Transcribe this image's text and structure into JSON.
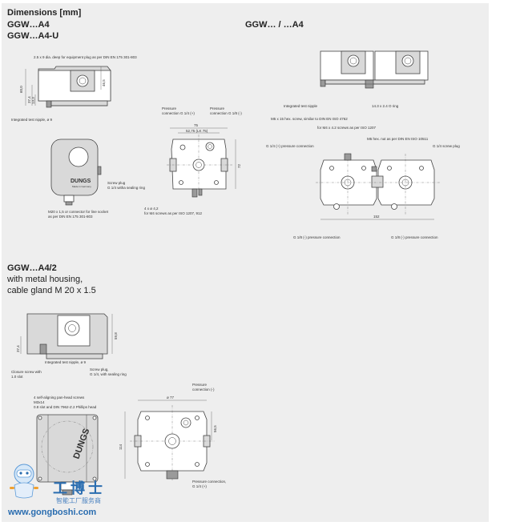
{
  "headings": {
    "dimensions": "Dimensions [mm]",
    "ggw_a4": "GGW…A4",
    "ggw_a4u": "GGW…A4-U",
    "ggw_a4_pair": "GGW… / …A4",
    "ggw_a4_2": "GGW…A4/2",
    "metal_housing": "with metal housing,",
    "cable_gland": "cable gland M 20 x 1.5"
  },
  "labels": {
    "plug_hole": "2.5 x 9 dia. deep for equipment plug as per DIN EN 175 301-803",
    "test_nipple_9": "Integrated test nipple, ø 9",
    "screw_plug": "Screw plug",
    "screw_plug_ring": "G 1/4 witha sealing ring",
    "m20_connector": "M20 x 1,5 or connector for line socket",
    "m20_connector_2": "as per DIN EN 175 301-803",
    "pressure_conn_plus": "Pressure",
    "pressure_conn_plus_2": "connection G 1/4 (+)",
    "pressure_conn_minus": "Pressure",
    "pressure_conn_minus_2": "connection G 1/8 (-)",
    "screws_4x42": "4 x ø 4,2",
    "screws_4x42_2": "for M4 screws as per ISO 1207, 912",
    "test_nipple_pair": "Integrated test nipple",
    "o_ring": "14.3 x 2.4 O ring",
    "m5_hex_screw": "M5 x 15 hex. screw, similar to DIN EN ISO 4762",
    "m4_screws": "for M4 x 4.2  screws as per ISO 1207",
    "m5_hex_nut": "M5 hex. nut as per DIN EN ISO 10511",
    "g14_plus": "G 1/4 (+) pressure connection",
    "g14_screw_plug": "G 1/4 screw plug",
    "g18_minus_left": "G 1/8 (-) pressure connection",
    "g18_minus_right": "G 1/8 (-) pressure connection",
    "closure_screw": "Closure screw with",
    "closure_screw_2": "1.0 slot",
    "test_nipple_a42": "Integrated test nipple, ø 9",
    "screw_plug_a42": "Screw plug,",
    "screw_plug_a42_2": "G 1/4, with sealing ring",
    "pan_head_screws": "4 self-aligning pan-head screws",
    "pan_head_screws_2": "M3x14",
    "pan_head_screws_3": "0.8 slot and DIN 7962-Z.2 Phillips head",
    "pressure_conn_minus_a42": "Pressure",
    "pressure_conn_minus_a42_2": "connection (-)",
    "pressure_conn_plus_a42": "Pressure connection,",
    "pressure_conn_plus_a42_2": "G 1/4 (+)"
  },
  "dimensions": {
    "d_600": "60,0",
    "d_465": "46,5",
    "d_374": "37,4",
    "d_133": "13,3",
    "d_75": "75",
    "d_5275": "52,75 (LK 75)",
    "d_72": "72",
    "d_152": "152",
    "d_598": "59,8",
    "d_374b": "37,4",
    "d_77": "ø 77",
    "d_114": "114",
    "d_565": "56,5"
  },
  "brand": {
    "dungs": "DUNGS",
    "made_in": "Made in Germany",
    "dungs_vertical": "DUNGS"
  },
  "watermark": {
    "name": "工博士",
    "tagline": "智能工厂服务商",
    "url": "www.gongboshi.com"
  }
}
